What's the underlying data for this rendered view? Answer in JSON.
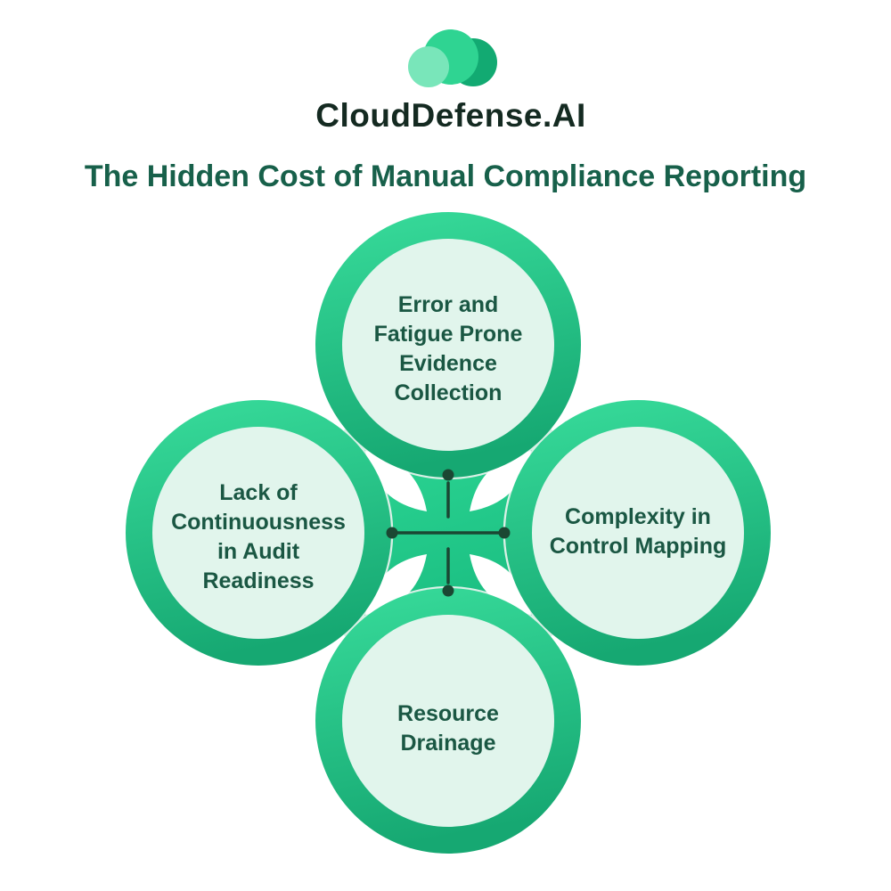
{
  "logo": {
    "brand": "CloudDefense.AI",
    "cloud_colors": {
      "back_circle": "#12aa72",
      "main_circle": "#2fd492",
      "front_circle": "#79e6ba"
    }
  },
  "title": "The Hidden Cost of Manual Compliance Reporting",
  "colors": {
    "background": "#ffffff",
    "ring_light": "#38dc9b",
    "ring_dark": "#16a872",
    "center_light": "#2bd492",
    "center_dark": "#1cc083",
    "inner_circle": "#e1f5ec",
    "halo": "#d9f0e6",
    "petal": "#ffffff",
    "connector": "#1b4733",
    "title_color": "#17604a",
    "node_text_color": "#1a5743"
  },
  "nodes": [
    {
      "id": "top",
      "label": "Error and Fatigue Prone Evidence Collection",
      "lines": [
        "Error and",
        "Fatigue Prone",
        "Evidence",
        "Collection"
      ]
    },
    {
      "id": "left",
      "label": "Lack of Continuousness in Audit Readiness",
      "lines": [
        "Lack of",
        "Continuousness",
        "in Audit",
        "Readiness"
      ]
    },
    {
      "id": "right",
      "label": "Complexity in Control Mapping",
      "lines": [
        "Complexity in",
        "Control Mapping"
      ]
    },
    {
      "id": "bottom",
      "label": "Resource Drainage",
      "lines": [
        "Resource",
        "Drainage"
      ]
    }
  ]
}
